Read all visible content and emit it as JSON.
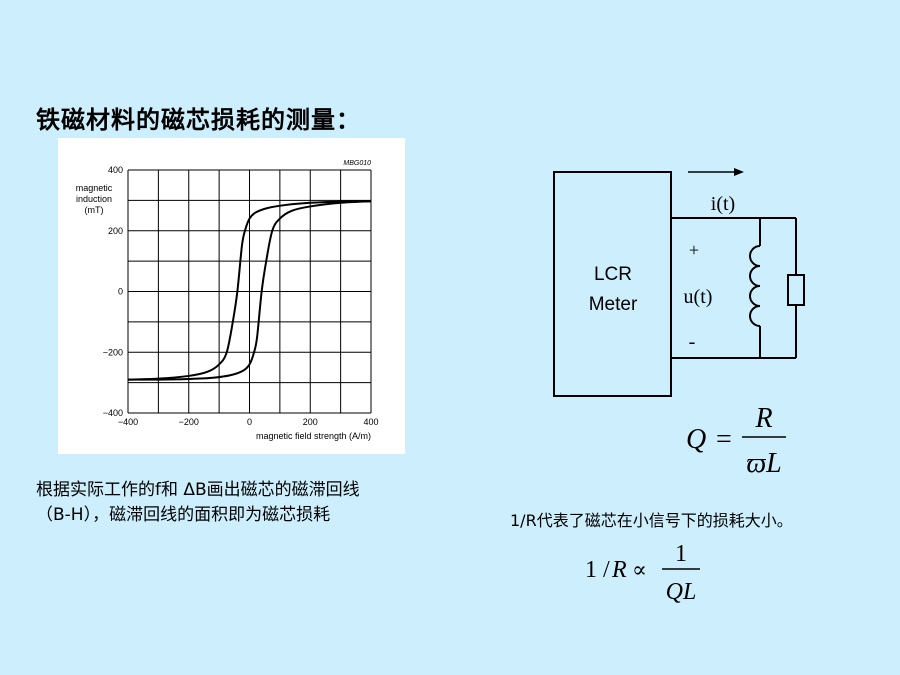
{
  "title": "铁磁材料的磁芯损耗的测量：",
  "chart_data": {
    "type": "line",
    "tag": "MBG010",
    "xlabel": "magnetic field strength (A/m)",
    "ylabel_lines": [
      "magnetic",
      "induction",
      "(mT)"
    ],
    "xlim": [
      -400,
      400
    ],
    "ylim": [
      -400,
      400
    ],
    "xticks": [
      -400,
      -200,
      0,
      200,
      400
    ],
    "yticks": [
      -400,
      -200,
      0,
      200,
      400
    ],
    "xtick_labels": [
      "−400",
      "−200",
      "0",
      "200",
      "400"
    ],
    "ytick_labels": [
      "−400",
      "−200",
      "0",
      "200",
      "400"
    ],
    "grid": true,
    "series": [
      {
        "x": [
          -400,
          -300,
          -200,
          -140,
          -100,
          -75,
          -55,
          -40,
          -25,
          -15,
          0,
          20,
          60,
          120,
          200,
          300,
          400
        ],
        "y": [
          -290,
          -287,
          -278,
          -265,
          -240,
          -200,
          -100,
          0,
          150,
          200,
          240,
          260,
          275,
          285,
          292,
          296,
          297
        ]
      },
      {
        "x": [
          400,
          300,
          200,
          140,
          100,
          75,
          55,
          40,
          25,
          15,
          0,
          -20,
          -60,
          -120,
          -200,
          -300,
          -400
        ],
        "y": [
          297,
          292,
          280,
          266,
          240,
          200,
          100,
          0,
          -150,
          -200,
          -240,
          -260,
          -275,
          -284,
          -288,
          -290,
          -290
        ]
      }
    ]
  },
  "caption_left": {
    "line1": "根据实际工作的f和 ΔB画出磁芯的磁滞回线",
    "line2": "（B-H），磁滞回线的面积即为磁芯损耗"
  },
  "circuit": {
    "meter_line1": "LCR",
    "meter_line2": "Meter",
    "current_label": "i(t)",
    "voltage_label": "u(t)",
    "plus": "+",
    "minus": "-"
  },
  "formula_q": {
    "lhs": "Q",
    "eq": "=",
    "numerator": "R",
    "denominator": "ϖL"
  },
  "caption_right": "1/R代表了磁芯在小信号下的损耗大小。",
  "formula_r": {
    "lhs": "1 / ",
    "var": "R",
    "prop": "∝",
    "numerator": "1",
    "denominator": "QL"
  }
}
